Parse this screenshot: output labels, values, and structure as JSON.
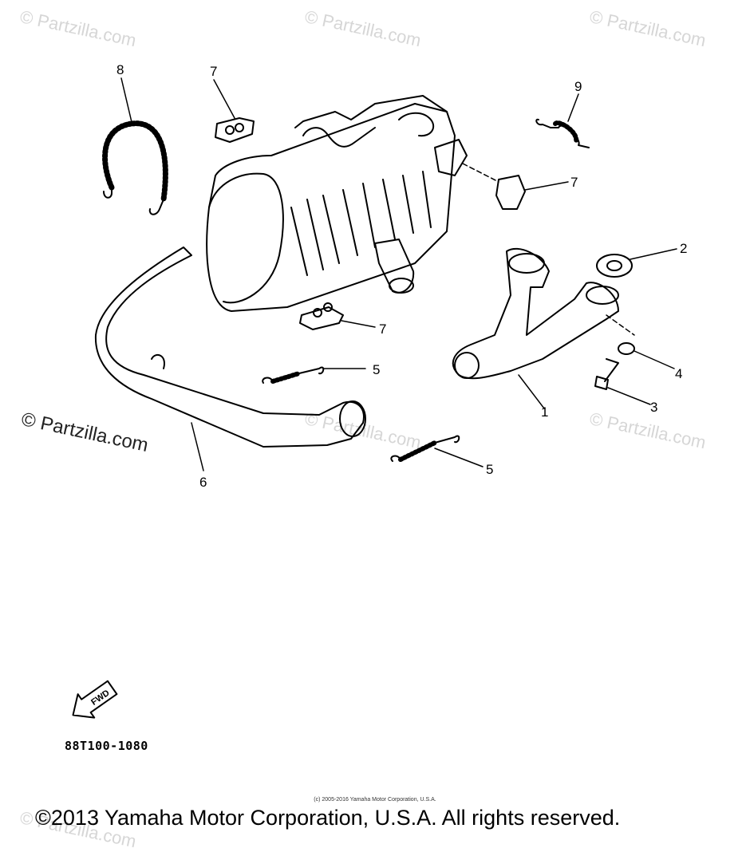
{
  "watermarks": [
    "© Partzilla.com",
    "© Partzilla.com",
    "© Partzilla.com",
    "© Partzilla.com",
    "© Partzilla.com",
    "© Partzilla.com",
    "© Partzilla.com"
  ],
  "callouts": [
    "1",
    "2",
    "3",
    "4",
    "5",
    "5",
    "6",
    "7",
    "7",
    "7",
    "8",
    "9"
  ],
  "direction_label": "FWD",
  "diagram_code": "88T100-1080",
  "small_copyright": "(c) 2005-2016 Yamaha Motor Corporation, U.S.A.",
  "copyright": "©2013 Yamaha Motor Corporation, U.S.A. All rights reserved.",
  "colors": {
    "line": "#000000",
    "watermark": "#d6d6d6",
    "background": "#ffffff"
  }
}
